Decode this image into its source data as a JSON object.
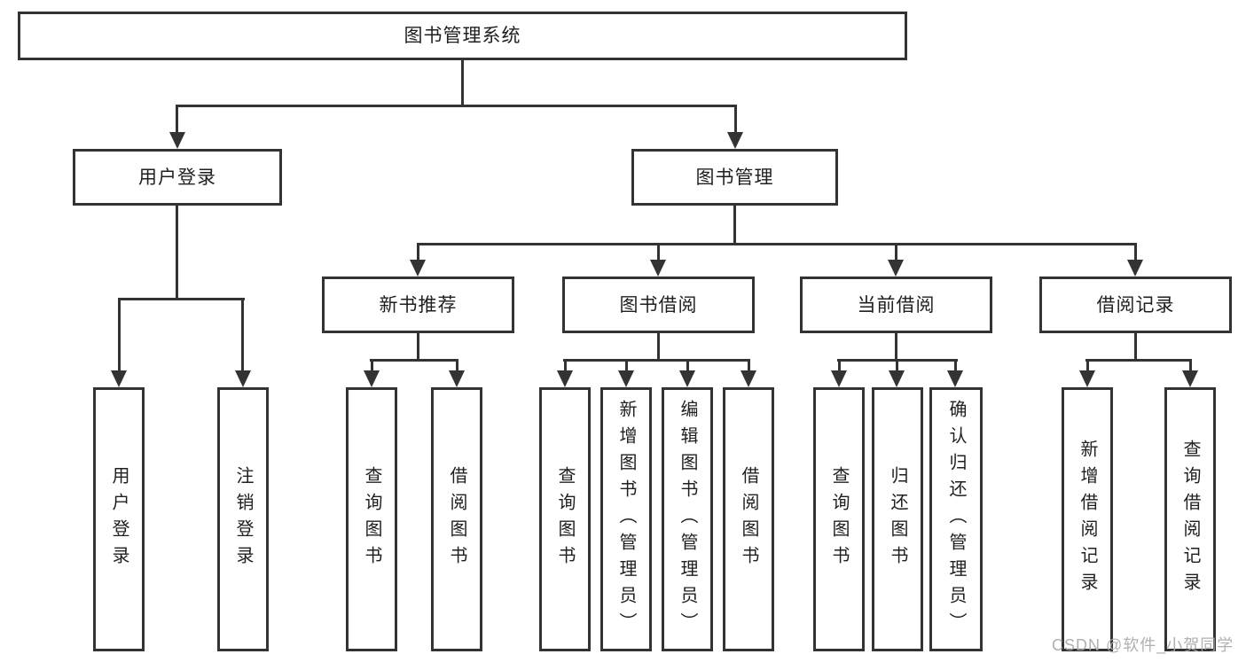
{
  "tree": {
    "root": {
      "label": "图书管理系统"
    },
    "branches": [
      {
        "label": "用户登录",
        "children": [
          "用户登录",
          "注销登录"
        ]
      },
      {
        "label": "图书管理",
        "groups": [
          {
            "label": "新书推荐",
            "children": [
              "查询图书",
              "借阅图书"
            ]
          },
          {
            "label": "图书借阅",
            "children": [
              "查询图书",
              "新增图书（管理员）",
              "编辑图书（管理员）",
              "借阅图书"
            ]
          },
          {
            "label": "当前借阅",
            "children": [
              "查询图书",
              "归还图书",
              "确认归还（管理员）"
            ]
          },
          {
            "label": "借阅记录",
            "children": [
              "新增借阅记录",
              "查询借阅记录"
            ]
          }
        ]
      }
    ]
  },
  "watermark": {
    "text": "CSDN @软件_小贺同学"
  },
  "colors": {
    "line": "#333333",
    "text": "#1f1f1f",
    "background": "#ffffff",
    "watermark": "#a8a8a8"
  }
}
